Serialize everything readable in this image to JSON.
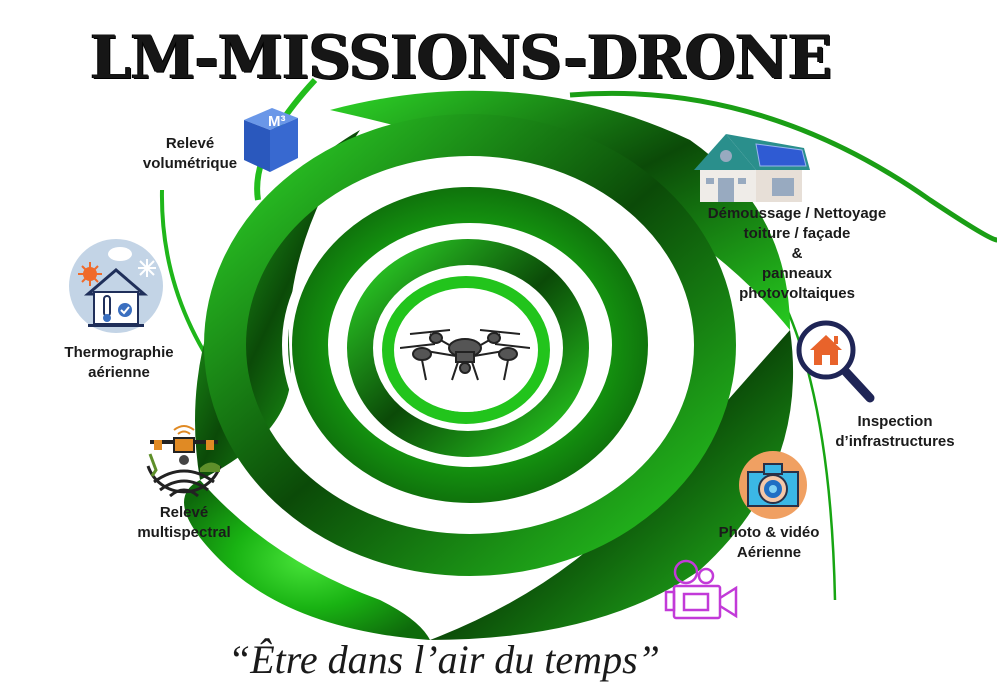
{
  "title": "LM-MISSIONS-DRONE",
  "tagline": "“Être dans l’air du temps”",
  "colors": {
    "swirl_green": "#1fc21a",
    "swirl_dark": "#0a3d08",
    "title": "#161616",
    "cube_blue": "#2f62c9",
    "inspection_orange": "#e8632b",
    "inspection_navy": "#1f2556",
    "video_magenta": "#c23ad8"
  },
  "services": [
    {
      "id": "volumetric",
      "icon": "m3-cube-icon",
      "lines": [
        "Relevé",
        "volumétrique"
      ]
    },
    {
      "id": "thermography",
      "icon": "thermography-house-icon",
      "lines": [
        "Thermographie",
        "aérienne"
      ]
    },
    {
      "id": "multispectral",
      "icon": "multispectral-drone-icon",
      "lines": [
        "Relevé",
        "multispectral"
      ]
    },
    {
      "id": "roof-cleaning",
      "icon": "solar-house-icon",
      "lines": [
        "Démoussage / Nettoyage",
        "toiture  / façade",
        "&",
        "panneaux",
        "photovoltaiques"
      ]
    },
    {
      "id": "inspection",
      "icon": "magnifier-house-icon",
      "lines": [
        "Inspection",
        "d’infrastructures"
      ]
    },
    {
      "id": "photo-video",
      "icon": "camera-icon",
      "lines": [
        "Photo & vidéo",
        "Aérienne"
      ]
    }
  ],
  "center_icon": "drone-icon",
  "cube_label": "M³"
}
